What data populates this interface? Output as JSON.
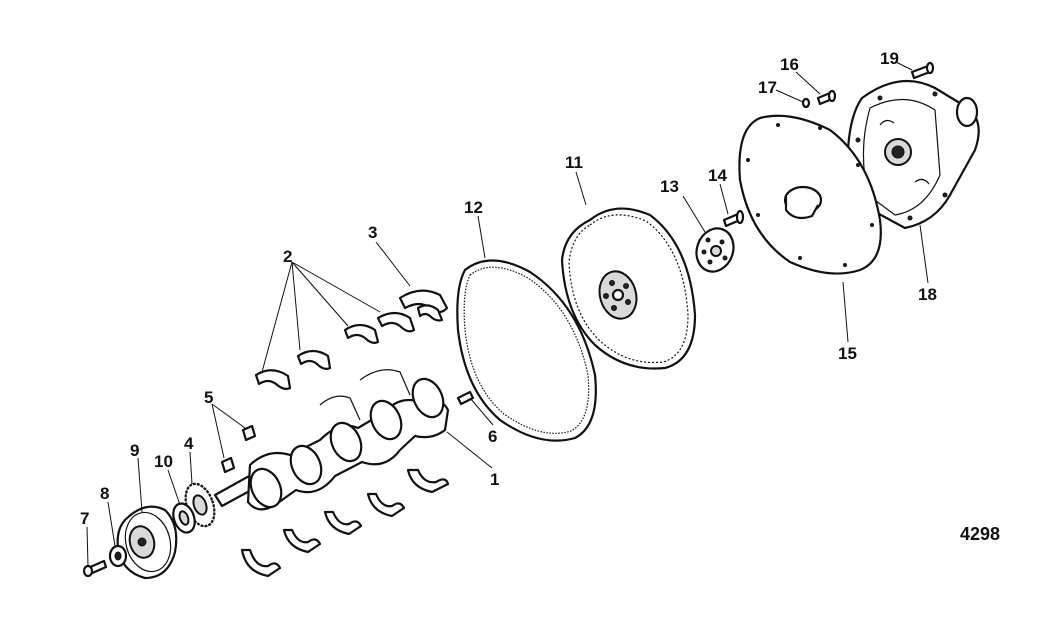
{
  "reference_number": "4298",
  "callouts": [
    {
      "id": "1",
      "text": "1"
    },
    {
      "id": "2",
      "text": "2"
    },
    {
      "id": "3",
      "text": "3"
    },
    {
      "id": "4",
      "text": "4"
    },
    {
      "id": "5",
      "text": "5"
    },
    {
      "id": "6",
      "text": "6"
    },
    {
      "id": "7",
      "text": "7"
    },
    {
      "id": "8",
      "text": "8"
    },
    {
      "id": "9",
      "text": "9"
    },
    {
      "id": "10",
      "text": "10"
    },
    {
      "id": "11",
      "text": "11"
    },
    {
      "id": "12",
      "text": "12"
    },
    {
      "id": "13",
      "text": "13"
    },
    {
      "id": "14",
      "text": "14"
    },
    {
      "id": "15",
      "text": "15"
    },
    {
      "id": "16",
      "text": "16"
    },
    {
      "id": "17",
      "text": "17"
    },
    {
      "id": "18",
      "text": "18"
    },
    {
      "id": "19",
      "text": "19"
    }
  ]
}
